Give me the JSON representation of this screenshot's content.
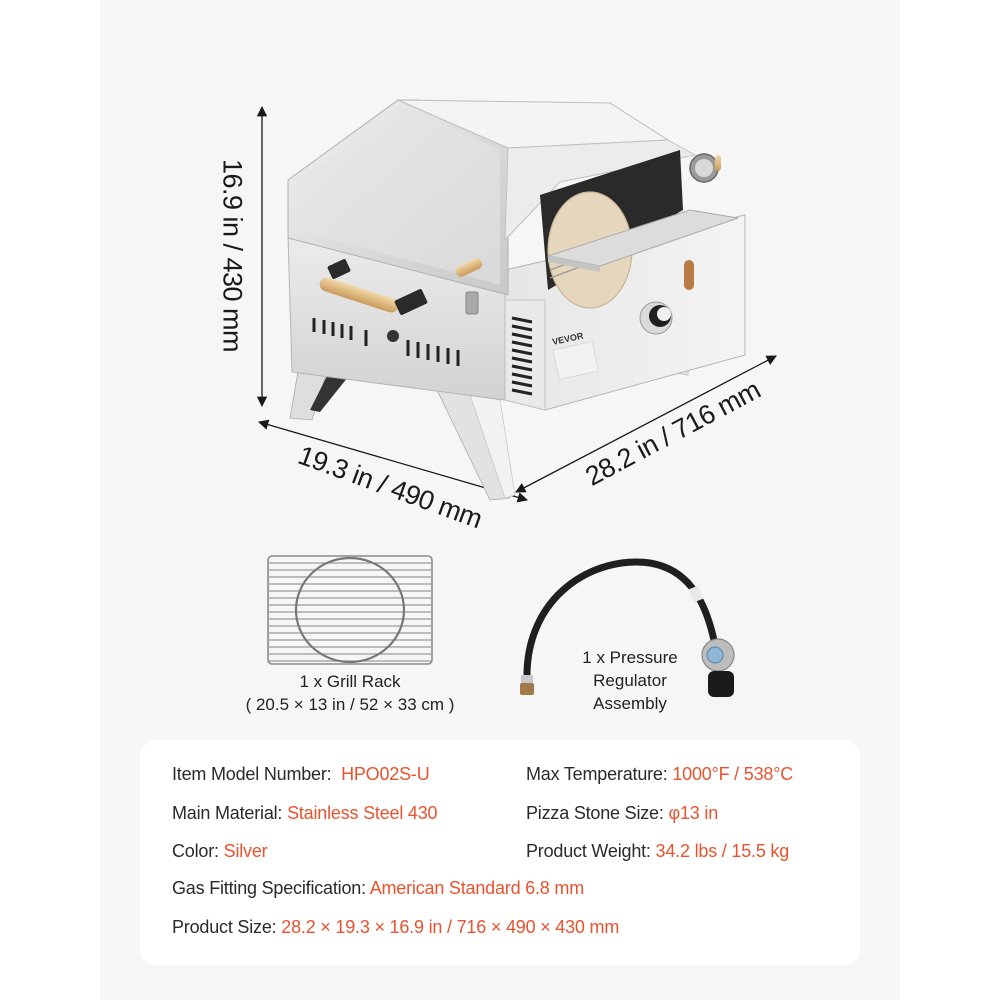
{
  "dimensions": {
    "height": "16.9 in / 430 mm",
    "width": "19.3 in / 490 mm",
    "depth": "28.2 in / 716 mm"
  },
  "product": {
    "brand_mark": "VEVOR",
    "illustration": "stainless-steel portable gas pizza oven"
  },
  "accessories": [
    {
      "name": "grill-rack",
      "caption_line1": "1 x Grill Rack",
      "caption_line2": "( 20.5 × 13 in / 52 × 33 cm )"
    },
    {
      "name": "pressure-regulator",
      "caption_line1": "1 x Pressure",
      "caption_line2": "Regulator",
      "caption_line3": "Assembly"
    }
  ],
  "specs": {
    "model": {
      "label": "Item Model Number:",
      "value": "HPO02S-U"
    },
    "max_temp": {
      "label": "Max Temperature:",
      "value": "1000°F / 538°C"
    },
    "material": {
      "label": "Main Material:",
      "value": "Stainless Steel 430"
    },
    "stone_size": {
      "label": "Pizza Stone Size:",
      "value": "φ13 in"
    },
    "color": {
      "label": "Color:",
      "value": "Silver"
    },
    "weight": {
      "label": "Product Weight:",
      "value": "34.2 lbs / 15.5 kg"
    },
    "gas_fitting": {
      "label": "Gas Fitting Specification:",
      "value": "American Standard 6.8 mm"
    },
    "size": {
      "label": "Product Size:",
      "value": "28.2 × 19.3 × 16.9 in / 716 × 490 × 430 mm"
    }
  },
  "colors": {
    "accent": "#e8532f",
    "panel": "#f6f6f6",
    "card": "#ffffff",
    "text": "#2a2a2a"
  }
}
